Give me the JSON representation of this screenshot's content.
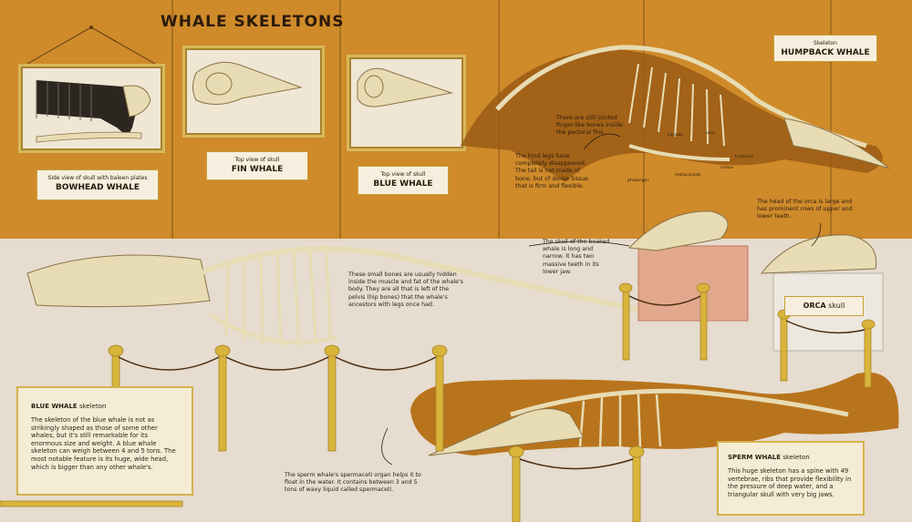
{
  "page": {
    "title": "WHALE SKELETONS"
  },
  "labels": {
    "bowhead": {
      "small": "Side view of skull with baleen plates",
      "big": "BOWHEAD WHALE"
    },
    "fin": {
      "small": "Top view of skull",
      "big": "FIN WHALE"
    },
    "blue": {
      "small": "Top view of skull",
      "big": "BLUE WHALE"
    },
    "humpback": {
      "small": "Skeleton",
      "big": "HUMPBACK WHALE"
    },
    "orca": {
      "big": "ORCA",
      "small": "skull"
    }
  },
  "notes": {
    "finger_bones": "There are still jointed finger-like bones inside the pectoral fins.",
    "hind_legs": "The hind legs have completely disappeared. The tail is not made of bone, but of dense tissue that is firm and flexible.",
    "orca_head": "The head of the orca is large and has prominent rows of upper and lower teeth.",
    "beaked_skull": "The skull of the beaked whale is long and narrow. It has two massive teeth in its lower jaw.",
    "pelvis": "These small bones are usually hidden inside the muscle and fat of the whale's body. They are all that is left of the pelvis (hip bones) that the whale's ancestors with legs once had.",
    "spermaceti": "The sperm whale's spermaceti organ helps it to float in the water. It contains between 3 and 5 tons of waxy liquid called spermaceti."
  },
  "bone_tags": {
    "carpals": "carpals",
    "ulna": "ulna",
    "humerus": "humerus",
    "radius": "radius",
    "phalanges": "phalanges",
    "metacarpals": "metacarpals"
  },
  "panels": {
    "blue_whale": {
      "name": "BLUE WHALE",
      "suffix": "skeleton",
      "text": "The skeleton of the blue whale is not as strikingly shaped as those of some other whales, but it's still remarkable for its enormous size and weight. A blue whale skeleton can weigh between 4 and 5 tons. The most notable feature is its huge, wide head, which is bigger than any other whale's."
    },
    "sperm_whale": {
      "name": "SPERM WHALE",
      "suffix": "skeleton",
      "text": "This huge skeleton has a spine with 49 vertebrae, ribs that provide flexibility in the pressure of deep water, and a triangular skull with very big jaws."
    }
  },
  "colors": {
    "wall": "#cf8a2a",
    "floor": "#e6dccf",
    "whale_shadow": "#9a5a14",
    "bone": "#e8dcb4",
    "gold": "#d9b43a"
  },
  "icons": [
    "humpback-skeleton",
    "blue-whale-skeleton",
    "sperm-whale-skeleton",
    "beaked-whale-skull",
    "orca-skull",
    "bowhead-skull",
    "fin-whale-skull",
    "blue-whale-skull",
    "rope-barrier"
  ]
}
